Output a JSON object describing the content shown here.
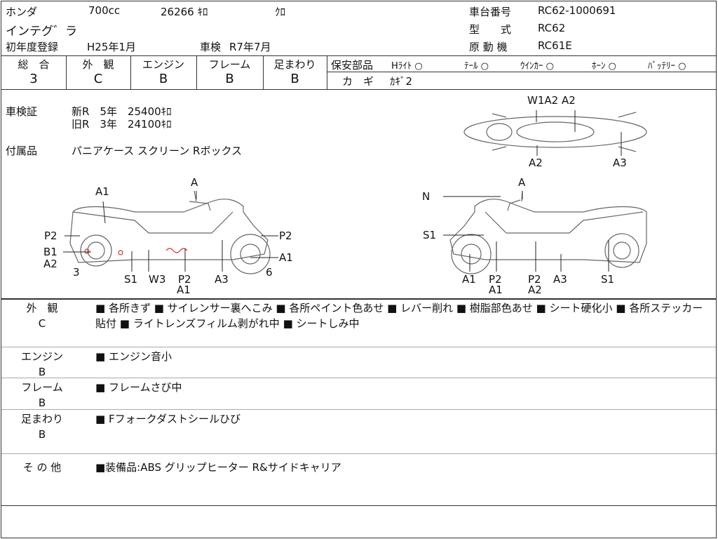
{
  "header": {
    "maker": "ホンダ",
    "displacement": "700cc",
    "mileage": "26266 ｷﾛ",
    "color": "ｸﾛ",
    "model_name": "インテグ゛ラ",
    "first_reg_label": "初年度登録",
    "first_reg": "H25年1月",
    "shaken_label": "車検",
    "shaken": "R7年7月",
    "chassis_label": "車台番号",
    "chassis": "RC62-1000691",
    "type_label": "型　　式",
    "type": "RC62",
    "engine_label": "原 動 機",
    "engine": "RC61E"
  },
  "grades": [
    {
      "label": "総　合",
      "value": "3"
    },
    {
      "label": "外　観",
      "value": "C"
    },
    {
      "label": "エンジン",
      "value": "B"
    },
    {
      "label": "フレーム",
      "value": "B"
    },
    {
      "label": "足まわり",
      "value": "B"
    }
  ],
  "safety": {
    "label": "保安部品",
    "items": [
      "Hﾗｲﾄ ○",
      "ﾃｰﾙ ○",
      "ｳｲﾝｶｰ ○",
      "ﾎｰﾝ ○",
      "ﾊﾞｯﾃﾘｰ ○"
    ],
    "key_label": "カ　ギ",
    "key": "ｶｷﾞ2"
  },
  "inspection": {
    "label": "車検証",
    "new": "新R　5年　25400ｷﾛ",
    "old": "旧R　3年　24100ｷﾛ"
  },
  "accessories": {
    "label": "付属品",
    "value": "パニアケース スクリーン Rボックス"
  },
  "diagram": {
    "left": [
      "A1",
      "A",
      "P2",
      "B1",
      "A2",
      "3",
      "S1",
      "W3",
      "P2",
      "A1",
      "A3",
      "6",
      "P2",
      "A1"
    ],
    "right": [
      "N",
      "A",
      "S1",
      "A1",
      "P2",
      "A1",
      "P2",
      "A2",
      "A3",
      "S1"
    ],
    "top": [
      "W1A2 A2",
      "A2",
      "A3"
    ]
  },
  "notes": [
    {
      "section": "外　観",
      "grade": "C",
      "text": "■ 各所きず ■ サイレンサー裏へこみ ■ 各所ペイント色あせ ■ レバー削れ ■ 樹脂部色あせ ■ シート硬化小 ■ 各所ステッカー貼付 ■ ライトレンズフィルム剥がれ中 ■ シートしみ中"
    },
    {
      "section": "エンジン",
      "grade": "B",
      "text": "■ エンジン音小"
    },
    {
      "section": "フレーム",
      "grade": "B",
      "text": "■ フレームさび中"
    },
    {
      "section": "足まわり",
      "grade": "B",
      "text": "■ Fフォークダストシールひび"
    },
    {
      "section": "そ の 他",
      "grade": "",
      "text": "■装備品:ABS グリップヒーター R&サイドキャリア"
    }
  ]
}
